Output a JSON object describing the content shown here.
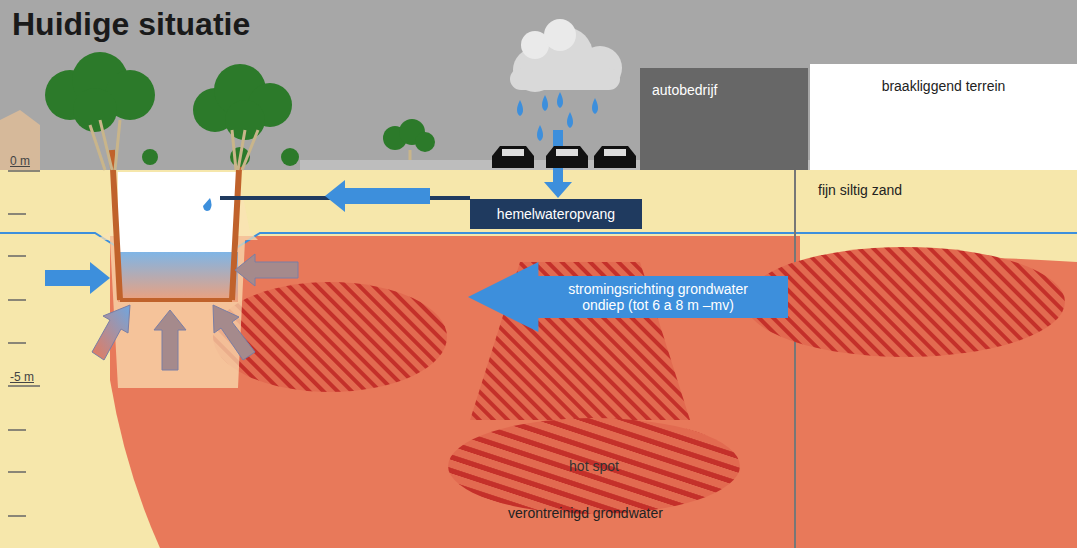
{
  "diagram": {
    "title": "Huidige situatie",
    "nodes": [
      {
        "text": [
          "autobedrijf"
        ]
      },
      {
        "text": [
          "braakliggend terrein"
        ]
      },
      {
        "text": [
          "hemelwateropvang"
        ]
      },
      {
        "text": [
          "stromingsrichting grondwater ondiep (tot 6 a 8 m –mv)"
        ]
      },
      {
        "text": [
          "hot spot"
        ]
      }
    ],
    "labels": [
      "fijn siltig zand",
      "verontreinigd grondwater",
      "0 m",
      "-5 m"
    ]
  }
}
